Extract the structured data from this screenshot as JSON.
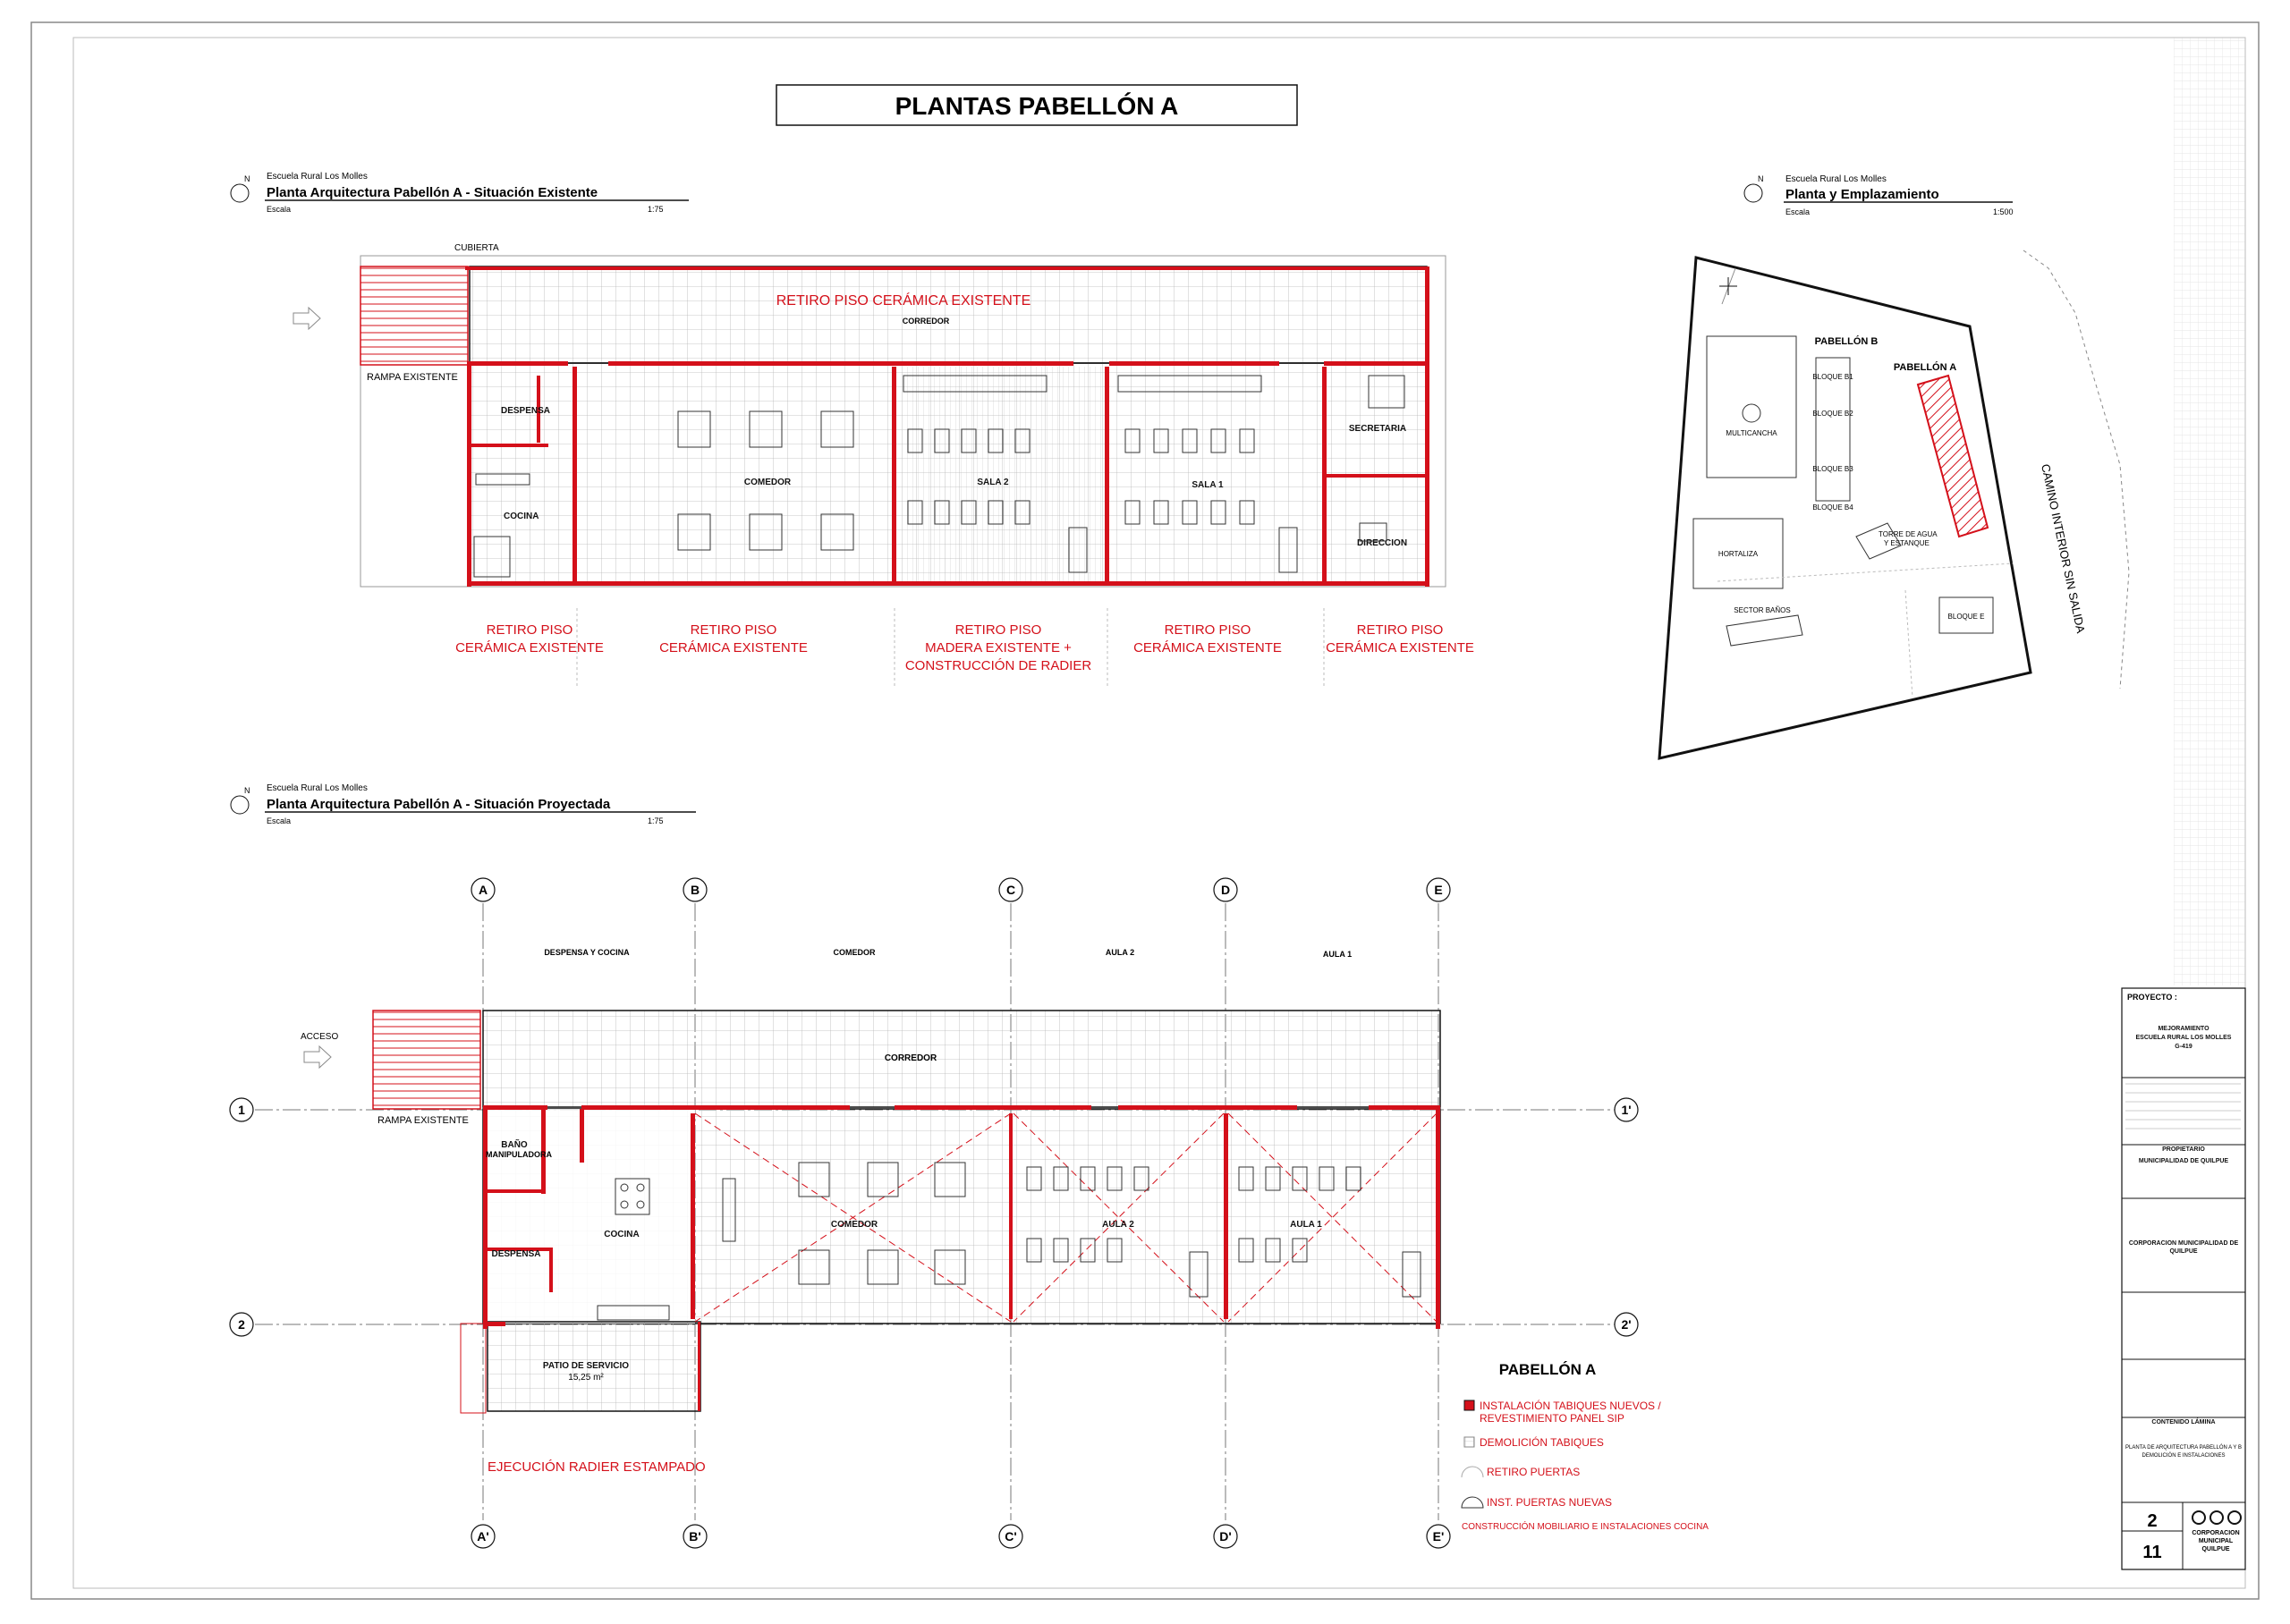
{
  "sheet_title": "PLANTAS PABELLÓN A",
  "existing": {
    "school": "Escuela Rural Los Molles",
    "title": "Planta Arquitectura Pabellón A - Situación Existente",
    "scale_label": "Escala",
    "scale": "1:75",
    "cubierta": "CUBIERTA",
    "rampa": "RAMPA EXISTENTE",
    "corridor_note": "RETIRO PISO CERÁMICA EXISTENTE",
    "corredor": "CORREDOR",
    "rooms": {
      "despensa": "DESPENSA",
      "cocina": "COCINA",
      "comedor": "COMEDOR",
      "sala2": "SALA 2",
      "sala1": "SALA 1",
      "secretaria": "SECRETARIA",
      "direccion": "DIRECCION"
    },
    "notes": [
      [
        "RETIRO PISO",
        "CERÁMICA EXISTENTE"
      ],
      [
        "RETIRO PISO",
        "CERÁMICA EXISTENTE"
      ],
      [
        "RETIRO PISO",
        "MADERA EXISTENTE +",
        "CONSTRUCCIÓN DE RADIER"
      ],
      [
        "RETIRO PISO",
        "CERÁMICA EXISTENTE"
      ],
      [
        "RETIRO PISO",
        "CERÁMICA EXISTENTE"
      ]
    ]
  },
  "site": {
    "school": "Escuela Rural Los Molles",
    "title": "Planta y Emplazamiento",
    "scale_label": "Escala",
    "scale": "1:500",
    "labels": {
      "pab_b": "PABELLÓN B",
      "pab_a": "PABELLÓN A",
      "b1": "BLOQUE B1",
      "b2": "BLOQUE B2",
      "b3": "BLOQUE B3",
      "b4": "BLOQUE B4",
      "multicancha": "MULTICANCHA",
      "hortaliza": "HORTALIZA",
      "torre": "TORRE DE AGUA",
      "estanque": "Y ESTANQUE",
      "sector_banos": "SECTOR BAÑOS",
      "bloque_e": "BLOQUE E",
      "camino": "CAMINO INTERIOR SIN SALIDA"
    }
  },
  "projected": {
    "school": "Escuela Rural Los Molles",
    "title": "Planta Arquitectura Pabellón A - Situación Proyectada",
    "scale_label": "Escala",
    "scale": "1:75",
    "axes_top": [
      "A",
      "B",
      "C",
      "D",
      "E"
    ],
    "axes_bottom": [
      "A'",
      "B'",
      "C'",
      "D'",
      "E'"
    ],
    "axes_left": [
      "1",
      "2"
    ],
    "axes_right": [
      "1'",
      "2'"
    ],
    "zones": [
      "DESPENSA Y COCINA",
      "COMEDOR",
      "AULA 2",
      "AULA 1"
    ],
    "acceso": "ACCESO",
    "rampa": "RAMPA EXISTENTE",
    "corredor": "CORREDOR",
    "rooms": {
      "bano": "BAÑO",
      "bano2": "MANIPULADORA",
      "despensa": "DESPENSA",
      "cocina": "COCINA",
      "comedor": "COMEDOR",
      "aula2": "AULA 2",
      "aula1": "AULA 1",
      "patio": "PATIO DE SERVICIO",
      "patio_area": "15,25 m²"
    },
    "radier_note": "EJECUCIÓN RADIER ESTAMPADO"
  },
  "legend": {
    "title": "PABELLÓN A",
    "items": [
      [
        "INSTALACIÓN TABIQUES NUEVOS /",
        "REVESTIMIENTO PANEL SIP"
      ],
      [
        "DEMOLICIÓN TABIQUES"
      ],
      [
        "RETIRO PUERTAS"
      ],
      [
        "INST. PUERTAS NUEVAS"
      ],
      [
        "CONSTRUCCIÓN MOBILIARIO E INSTALACIONES COCINA"
      ]
    ]
  },
  "title_block": {
    "proyecto_label": "PROYECTO :",
    "proyecto": [
      "MEJORAMIENTO",
      "ESCUELA RURAL LOS MOLLES",
      "G-419"
    ],
    "propietario_label": "PROPIETARIO",
    "propietario": "MUNICIPALIDAD DE QUILPUE",
    "corporacion": [
      "CORPORACION MUNICIPALIDAD DE",
      "QUILPUE"
    ],
    "contenido_label": "CONTENIDO LÁMINA",
    "contenido": [
      "PLANTA DE ARQUITECTURA PABELLÓN A Y B",
      "DEMOLICIÓN E INSTALACIONES"
    ],
    "lamina": "2",
    "total": "11",
    "logo": [
      "CORPORACION",
      "MUNICIPAL",
      "QUILPUE"
    ]
  },
  "colors": {
    "red": "#d4101a",
    "line": "#111111",
    "grid": "#b8b8b8",
    "hatch": "#d4101a"
  }
}
